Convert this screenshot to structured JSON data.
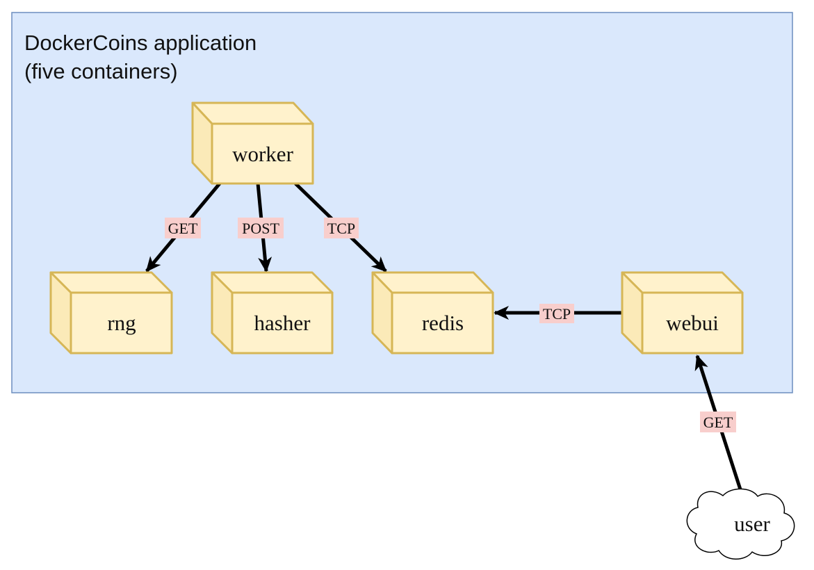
{
  "diagram": {
    "title_lines": [
      "DockerCoins application",
      "(five containers)"
    ],
    "colors": {
      "boundary_fill": "#dae8fc",
      "boundary_stroke": "#6c8ebf",
      "cube_fill": "#fff2cc",
      "cube_stroke": "#d6b656",
      "label_fill": "#f8cecc",
      "edge": "#000000"
    },
    "nodes": {
      "worker": {
        "label": "worker",
        "shape": "cube"
      },
      "rng": {
        "label": "rng",
        "shape": "cube"
      },
      "hasher": {
        "label": "hasher",
        "shape": "cube"
      },
      "redis": {
        "label": "redis",
        "shape": "cube"
      },
      "webui": {
        "label": "webui",
        "shape": "cube"
      },
      "user": {
        "label": "user",
        "shape": "cloud"
      }
    },
    "edges": [
      {
        "from": "worker",
        "to": "rng",
        "label": "GET"
      },
      {
        "from": "worker",
        "to": "hasher",
        "label": "POST"
      },
      {
        "from": "worker",
        "to": "redis",
        "label": "TCP"
      },
      {
        "from": "webui",
        "to": "redis",
        "label": "TCP"
      },
      {
        "from": "user",
        "to": "webui",
        "label": "GET"
      }
    ]
  }
}
